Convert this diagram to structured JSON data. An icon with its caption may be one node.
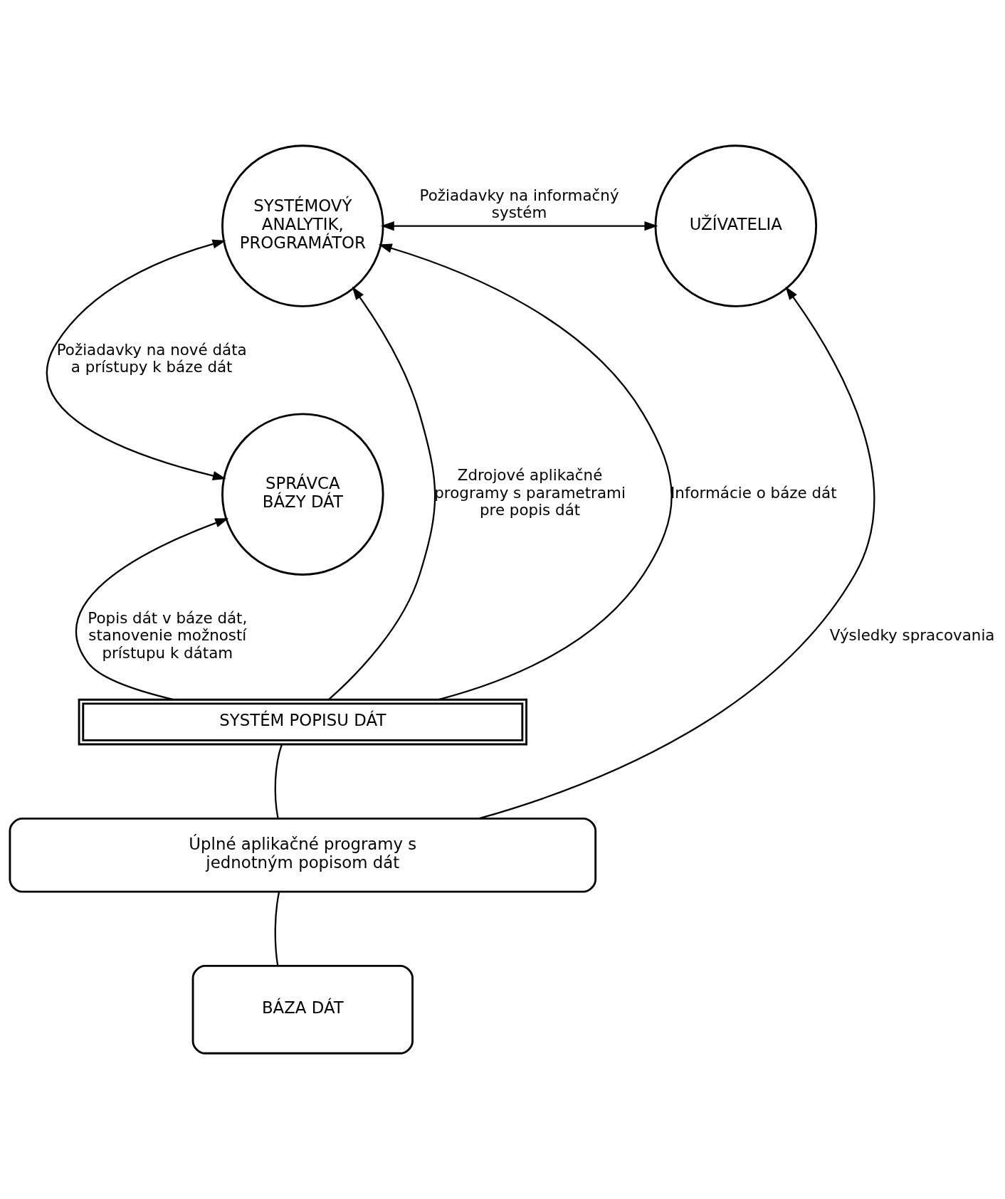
{
  "diagram": {
    "nodes": [
      {
        "text": [
          "SYSTÉMOVÝ ANALYTIK, PROGRAMÁTOR"
        ]
      },
      {
        "text": [
          "UŽÍVATELIA"
        ]
      },
      {
        "text": [
          "SPRÁVCA BÁZY DÁT"
        ]
      },
      {
        "text": [
          "SYSTÉM POPISU DÁT"
        ]
      },
      {
        "text": [
          "Úplné aplikačné programy s jednotným popisom dát"
        ]
      },
      {
        "text": [
          "BÁZA DÁT"
        ]
      }
    ],
    "edges": [
      {
        "from": 0,
        "to": 1,
        "arrow": "both",
        "label": "Požiadavky na informačný systém"
      },
      {
        "from": 0,
        "to": 2,
        "arrow": "both",
        "label": "Požiadavky na nové dáta a prístupy k báze dát"
      },
      {
        "from": 3,
        "to": 0,
        "arrow": "to",
        "label": "Zdrojové aplikačné programy s parametrami pre popis dát"
      },
      {
        "from": 3,
        "to": 0,
        "arrow": "to",
        "label": "Informácie o báze dát"
      },
      {
        "from": 3,
        "to": 2,
        "arrow": "to",
        "label": "Popis dát v báze dát, stanovenie možností prístupu k dátam"
      },
      {
        "from": 4,
        "to": 1,
        "arrow": "to",
        "label": "Výsledky spracovania"
      },
      {
        "from": 3,
        "to": 4,
        "arrow": "none"
      },
      {
        "from": 4,
        "to": 5,
        "arrow": "none"
      }
    ]
  }
}
